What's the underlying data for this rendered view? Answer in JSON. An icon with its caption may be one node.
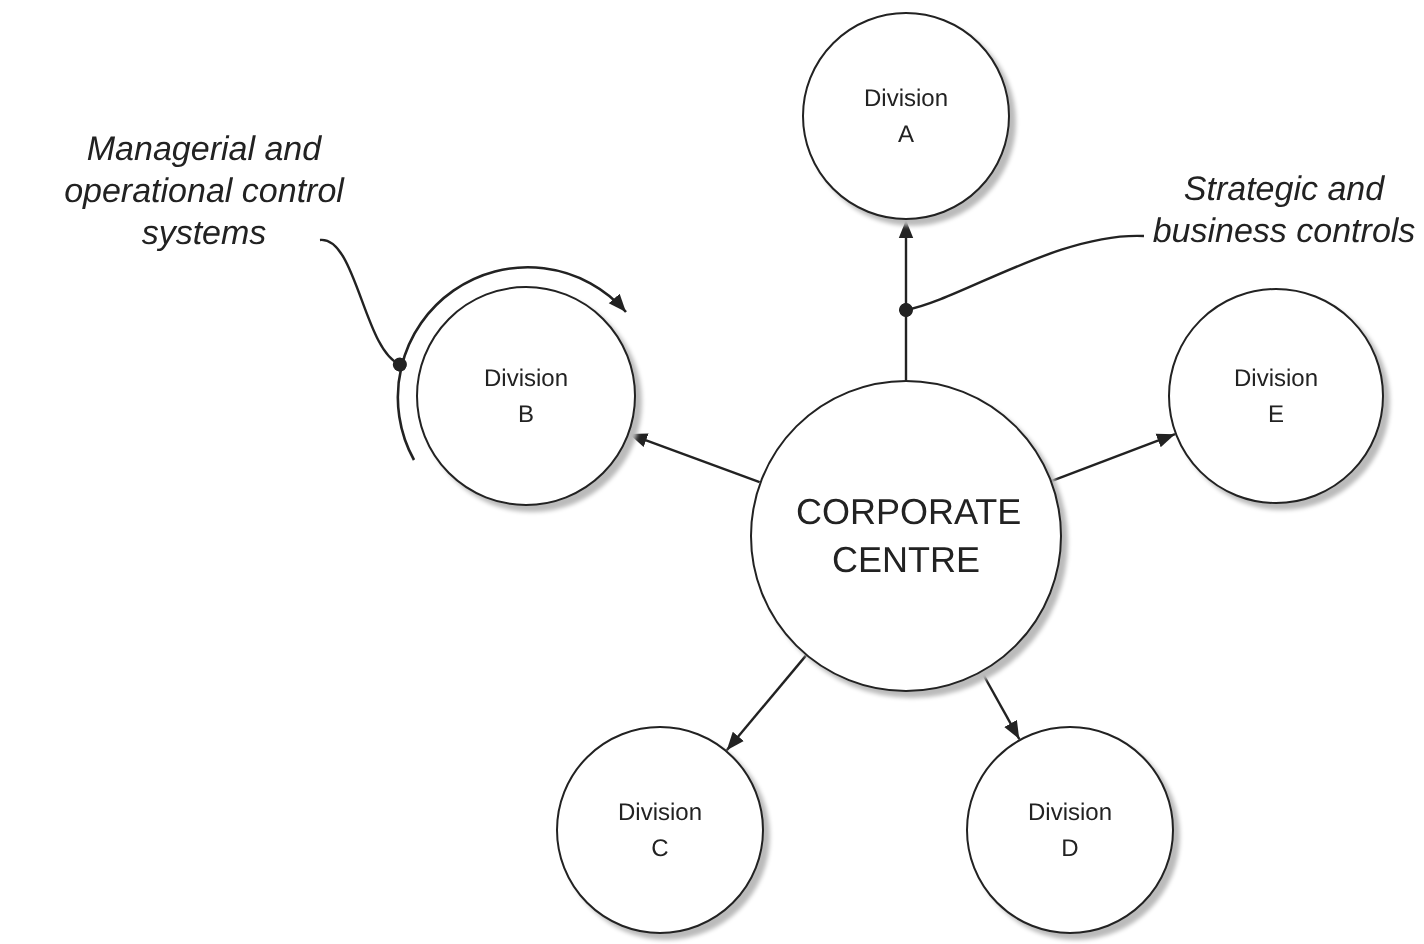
{
  "diagram": {
    "nodes": [
      {
        "text": [
          "CORPORATE CENTRE"
        ]
      },
      {
        "text": [
          "Division A"
        ]
      },
      {
        "text": [
          "Division B"
        ]
      },
      {
        "text": [
          "Division E"
        ]
      },
      {
        "text": [
          "Division C"
        ]
      },
      {
        "text": [
          "Division D"
        ]
      },
      {
        "text": [
          "Managerial and operational control systems"
        ]
      },
      {
        "text": [
          "Strategic and business controls"
        ]
      }
    ],
    "edges": [
      {
        "from": 0,
        "to": 1,
        "arrow": "to"
      },
      {
        "from": 0,
        "to": 2,
        "arrow": "to"
      },
      {
        "from": 0,
        "to": 3,
        "arrow": "to"
      },
      {
        "from": 0,
        "to": 4,
        "arrow": "to"
      },
      {
        "from": 0,
        "to": 5,
        "arrow": "to"
      },
      {
        "from": 6,
        "to": 2,
        "arrow": "other"
      },
      {
        "from": 7,
        "to": null,
        "arrow": "other"
      }
    ]
  }
}
